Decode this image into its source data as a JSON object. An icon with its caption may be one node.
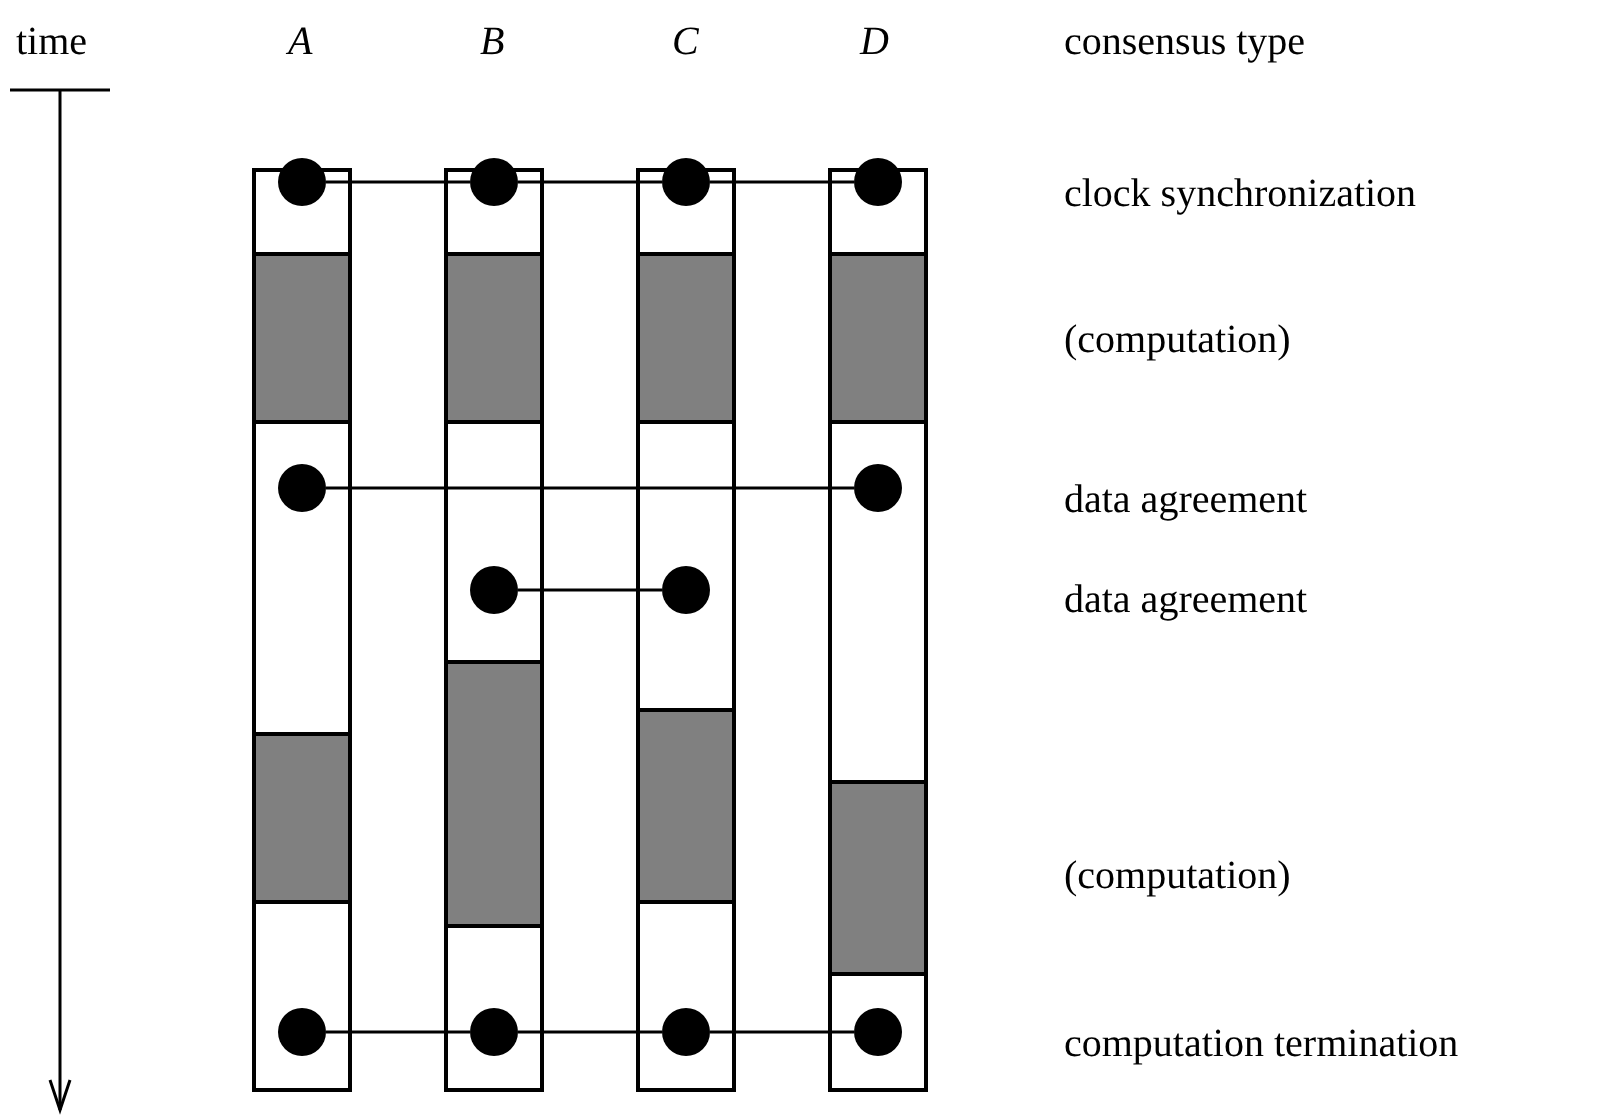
{
  "diagram": {
    "nodes": [
      {
        "text": [],
        "shape": "circle"
      },
      {
        "text": [],
        "shape": "circle"
      },
      {
        "text": [],
        "shape": "circle"
      },
      {
        "text": [],
        "shape": "circle"
      },
      {
        "text": [],
        "shape": "circle"
      },
      {
        "text": [],
        "shape": "circle"
      },
      {
        "text": [],
        "shape": "circle"
      },
      {
        "text": [],
        "shape": "circle"
      },
      {
        "text": [],
        "shape": "circle"
      },
      {
        "text": [],
        "shape": "circle"
      },
      {
        "text": [],
        "shape": "circle"
      },
      {
        "text": [],
        "shape": "circle"
      }
    ],
    "edges": [
      {
        "from": 0,
        "to": 1,
        "arrow": "none"
      },
      {
        "from": 1,
        "to": 2,
        "arrow": "none"
      },
      {
        "from": 2,
        "to": 3,
        "arrow": "none"
      },
      {
        "from": 4,
        "to": 5,
        "arrow": "none"
      },
      {
        "from": 6,
        "to": 7,
        "arrow": "none"
      },
      {
        "from": 8,
        "to": 9,
        "arrow": "none"
      },
      {
        "from": 9,
        "to": 10,
        "arrow": "none"
      },
      {
        "from": 10,
        "to": 11,
        "arrow": "none"
      }
    ],
    "labels": [
      "time",
      "A",
      "B",
      "C",
      "D",
      "consensus type",
      "clock synchronization",
      "(computation)",
      "data agreement",
      "data agreement",
      "(computation)",
      "computation termination"
    ]
  }
}
